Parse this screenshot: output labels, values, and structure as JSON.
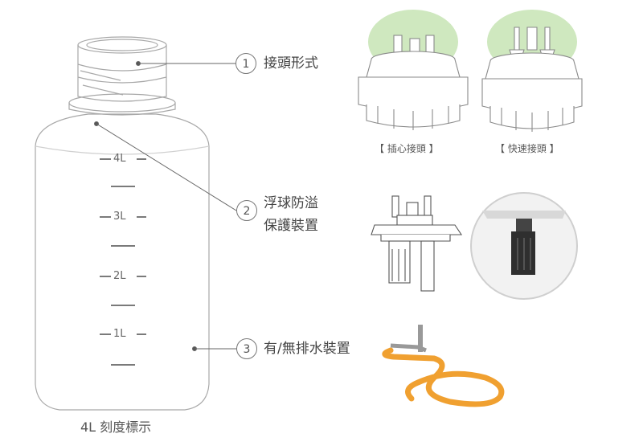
{
  "callouts": [
    {
      "number": "1",
      "label_line1": "接頭形式",
      "label_line2": ""
    },
    {
      "number": "2",
      "label_line1": "浮球防溢",
      "label_line2": "保護裝置"
    },
    {
      "number": "3",
      "label_line1": "有/無排水裝置",
      "label_line2": ""
    }
  ],
  "connector_types": [
    {
      "caption": "【 插心接頭 】"
    },
    {
      "caption": "【 快速接頭 】"
    }
  ],
  "scale_marks": [
    "4L",
    "3L",
    "2L",
    "1L"
  ],
  "bottle_caption": "4L 刻度標示",
  "colors": {
    "outline": "#9a9a9a",
    "highlight": "#cfe8bf",
    "tube": "#f0a030",
    "leader": "#666666"
  }
}
